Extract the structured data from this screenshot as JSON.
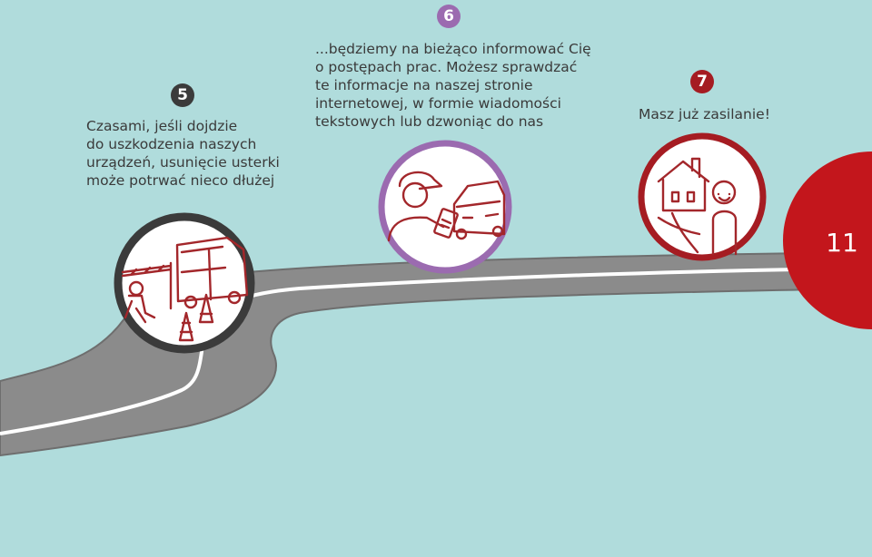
{
  "colors": {
    "background": "#b0dcdc",
    "road": "#8b8b8b",
    "road_edge": "#6e6e6e",
    "road_line": "#ffffff",
    "step5": "#3b3b3b",
    "step6": "#9b6bb0",
    "step7": "#a51c22",
    "page_badge": "#c3161c",
    "illustration_stroke": "#a3272b"
  },
  "steps": [
    {
      "number": "5",
      "lines": [
        "Czasami, jeśli dojdzie",
        "do uszkodzenia naszych",
        "urządzeń, usunięcie usterki",
        "może potrwać nieco dłużej"
      ],
      "icon": "road-repair-van-cones-icon"
    },
    {
      "number": "6",
      "lines": [
        "...będziemy na bieżąco informować Cię",
        "o postępach prac. Możesz sprawdzać",
        "te informacje na naszej stronie",
        "internetowej, w formie wiadomości",
        "tekstowych lub dzwoniąc do nas"
      ],
      "icon": "technician-tablet-car-icon"
    },
    {
      "number": "7",
      "lines": [
        "Masz już zasilanie!"
      ],
      "icon": "house-smiling-person-icon"
    }
  ],
  "page_number": "11"
}
